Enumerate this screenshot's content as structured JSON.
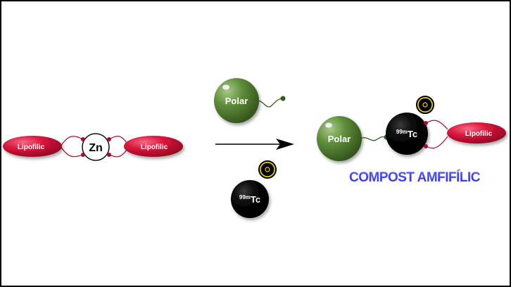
{
  "labels": {
    "lipo_left": "Lipofilic",
    "zinc": "Zn",
    "lipo_right": "Lipofilic",
    "polar_reagent": "Polar",
    "tc_reagent_mass": "99m",
    "tc_reagent_symbol": "Tc",
    "polar_product": "Polar",
    "tc_product_mass": "99m",
    "tc_product_symbol": "Tc",
    "lipo_product": "Lipofilic",
    "product_caption": "COMPOST AMFIFÍLIC"
  },
  "colors": {
    "lipophilic": "#d8143a",
    "polar": "#5e8c3a",
    "technetium": "#000000",
    "caption": "#3a3ad8",
    "radiation_yellow": "#f2d21a"
  },
  "icons": {
    "radiation": "radiation-trefoil-icon",
    "arrow": "reaction-arrow"
  }
}
